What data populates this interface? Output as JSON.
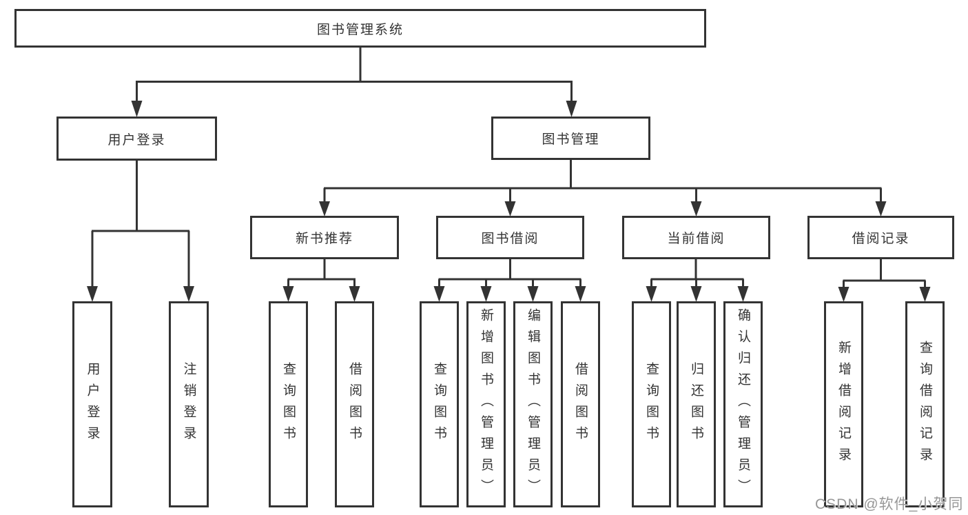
{
  "diagram": {
    "root": {
      "label": "图书管理系统"
    },
    "level2": {
      "user_login": {
        "label": "用户登录"
      },
      "book_mgmt": {
        "label": "图书管理"
      }
    },
    "level3": {
      "new_books": {
        "label": "新书推荐"
      },
      "book_borrow": {
        "label": "图书借阅"
      },
      "current_borrow": {
        "label": "当前借阅"
      },
      "borrow_records": {
        "label": "借阅记录"
      }
    },
    "leaves": {
      "user_login_leaf": {
        "label": "用户登录"
      },
      "logout": {
        "label": "注销登录"
      },
      "rec_query_books": {
        "label": "查询图书"
      },
      "rec_borrow_books": {
        "label": "借阅图书"
      },
      "bb_query_books": {
        "label": "查询图书"
      },
      "bb_add_books": {
        "label": "新增图书（管理员）"
      },
      "bb_edit_books": {
        "label": "编辑图书（管理员）"
      },
      "bb_borrow_books": {
        "label": "借阅图书"
      },
      "cb_query_books": {
        "label": "查询图书"
      },
      "cb_return_books": {
        "label": "归还图书"
      },
      "cb_confirm_return": {
        "label": "确认归还（管理员）"
      },
      "br_add_record": {
        "label": "新增借阅记录"
      },
      "br_query_record": {
        "label": "查询借阅记录"
      }
    }
  },
  "watermark": {
    "text": "CSDN @软件_小贺同学",
    "color": "#979797"
  },
  "colors": {
    "line": "#333333",
    "border": "#333333",
    "background": "#ffffff",
    "text": "#333333"
  }
}
